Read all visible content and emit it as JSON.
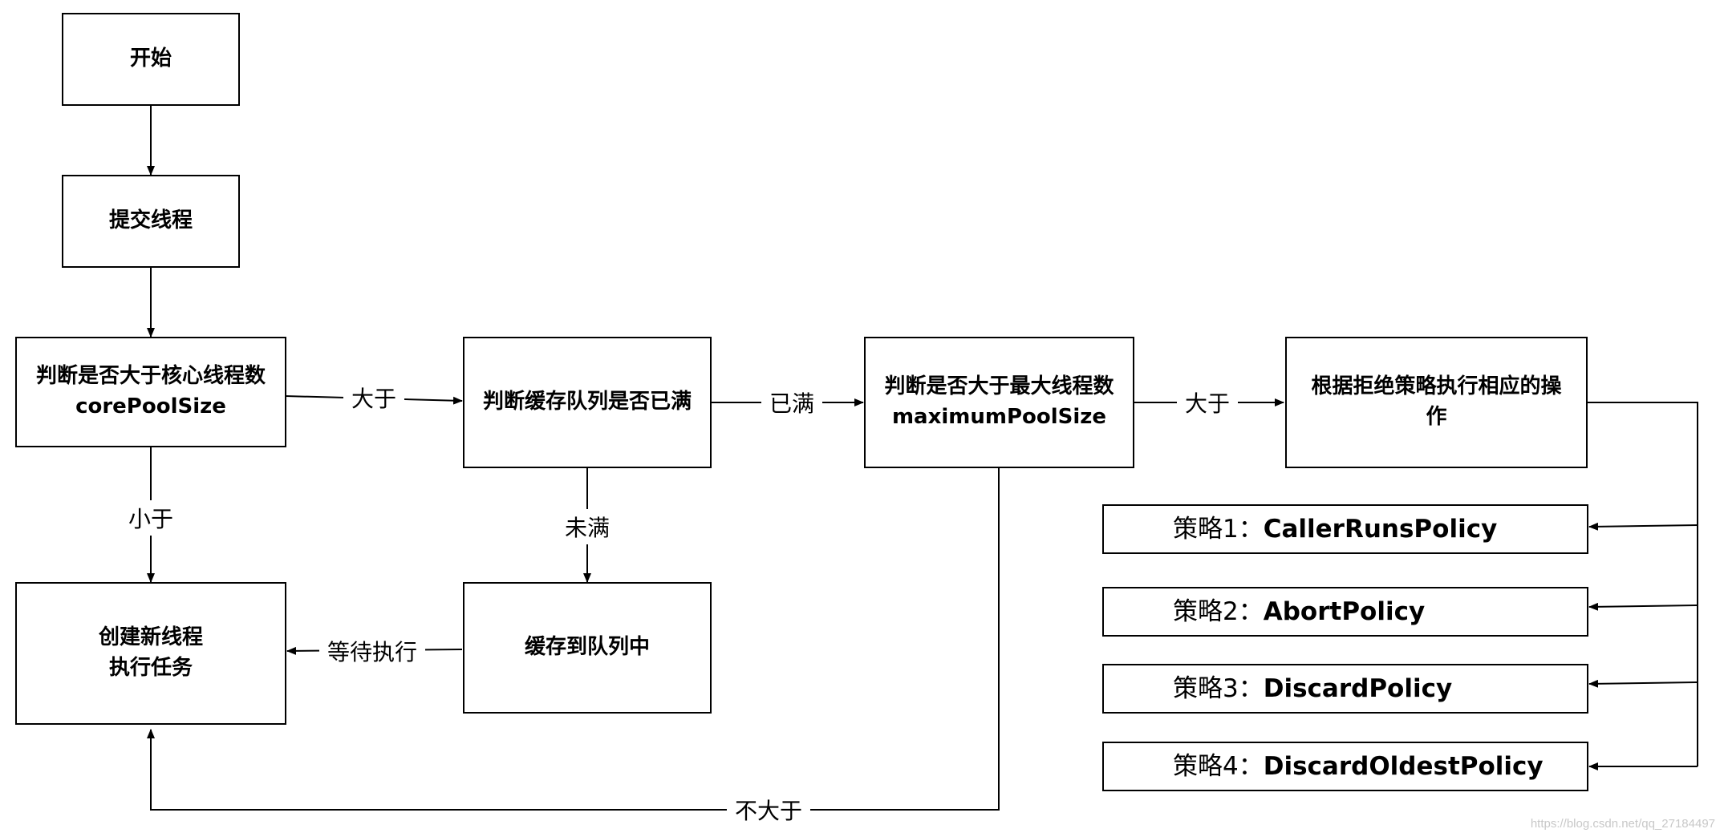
{
  "nodes": {
    "start": "开始",
    "submit": "提交线程",
    "check_core": [
      "判断是否大于核心线程数",
      "corePoolSize"
    ],
    "check_queue": "判断缓存队列是否已满",
    "check_max": [
      "判断是否大于最大线程数",
      "maximumPoolSize"
    ],
    "reject": [
      "根据拒绝策略执行相应的操",
      "作"
    ],
    "create": [
      "创建新线程",
      "执行任务"
    ],
    "enqueue": "缓存到队列中"
  },
  "policies": [
    {
      "prefix": "策略1：",
      "name": "CallerRunsPolicy"
    },
    {
      "prefix": "策略2：",
      "name": "AbortPolicy"
    },
    {
      "prefix": "策略3：",
      "name": "DiscardPolicy"
    },
    {
      "prefix": "策略4：",
      "name": "DiscardOldestPolicy"
    }
  ],
  "edge_labels": {
    "core_greater": "大于",
    "core_less": "小于",
    "queue_full": "已满",
    "queue_not_full": "未满",
    "max_greater": "大于",
    "wait_execute": "等待执行",
    "max_not_greater": "不大于"
  },
  "watermark": "https://blog.csdn.net/qq_27184497"
}
